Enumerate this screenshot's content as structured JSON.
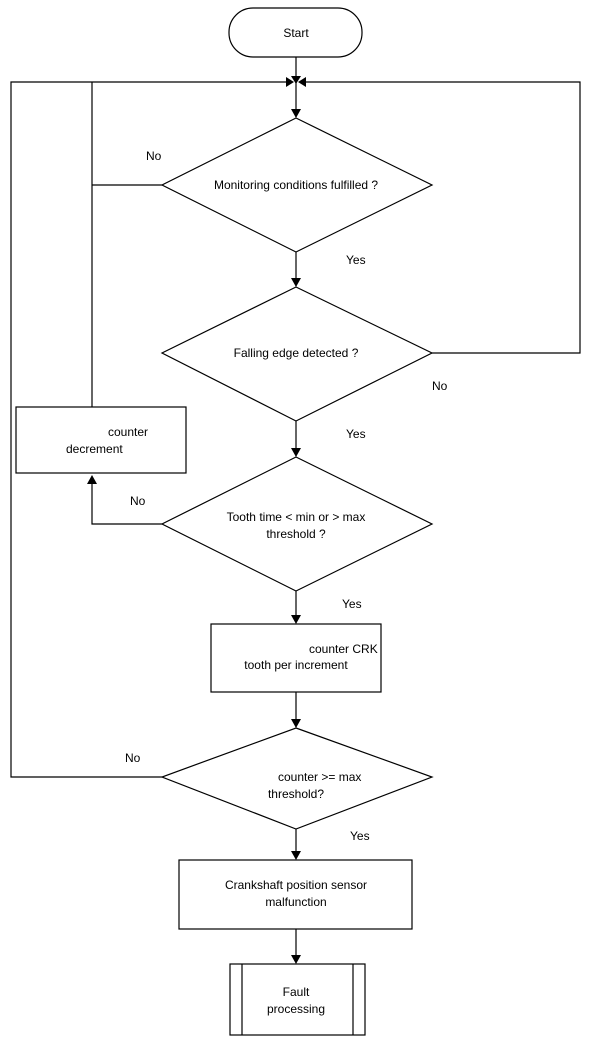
{
  "flowchart": {
    "start": "Start",
    "monitoring_line1": "Monitoring conditions fulfilled ?",
    "falling_edge": "Falling edge detected ?",
    "tooth_line1": "Tooth time < min or > max",
    "tooth_line2": "threshold ?",
    "counter_dec_line1": "counter",
    "counter_dec_line2": "decrement",
    "counter_inc_line1": "counter CRK",
    "counter_inc_line2": "tooth per increment",
    "counter_check_line1": "counter >= max",
    "counter_check_line2": "threshold?",
    "malfunction_line1": "Crankshaft position sensor",
    "malfunction_line2": "malfunction",
    "fault_line1": "Fault",
    "fault_line2": "processing"
  },
  "labels": {
    "no_monitoring": "No",
    "yes_monitoring": "Yes",
    "no_falling": "No",
    "yes_falling": "Yes",
    "no_tooth": "No",
    "yes_tooth": "Yes",
    "no_counter": "No",
    "yes_counter": "Yes"
  }
}
